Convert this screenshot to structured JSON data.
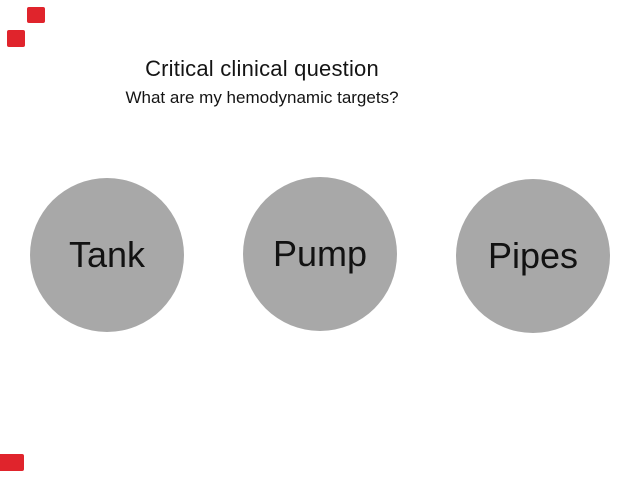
{
  "slide": {
    "title": "Critical clinical question",
    "subtitle": "What are my hemodynamic targets?"
  },
  "circles": [
    {
      "id": "tank",
      "label": "Tank"
    },
    {
      "id": "pump",
      "label": "Pump"
    },
    {
      "id": "pipes",
      "label": "Pipes"
    }
  ],
  "colors": {
    "background": "#ffffff",
    "circle_fill": "#a8a8a8",
    "text": "#141414",
    "accent_red": "#e0242c"
  }
}
